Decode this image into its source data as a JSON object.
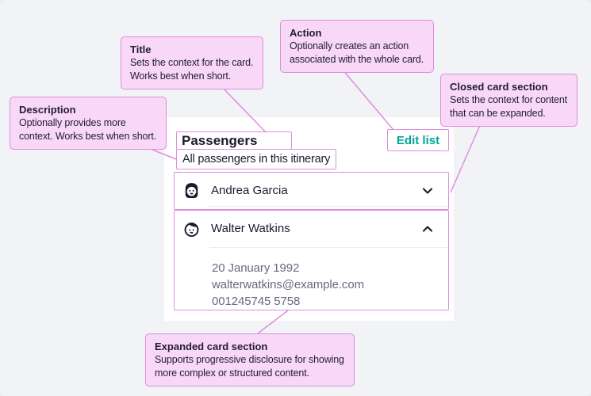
{
  "colors": {
    "background": "#f2f3f6",
    "panel": "#ffffff",
    "annotation_fill": "#f8d7f7",
    "annotation_border": "#de8dde",
    "text_dark": "#1b1a2e",
    "text_gray": "#68697f",
    "action_green": "#00a698"
  },
  "card": {
    "title": "Passengers",
    "description": "All passengers in this itinerary",
    "action_label": "Edit list",
    "sections": [
      {
        "name": "Andrea Garcia",
        "state": "collapsed"
      },
      {
        "name": "Walter Watkins",
        "state": "expanded",
        "details": [
          "20 January 1992",
          "walterwatkins@example.com",
          "001245745 5758"
        ]
      }
    ]
  },
  "callouts": {
    "title": {
      "heading": "Title",
      "lines": [
        "Sets the context for the card.",
        "Works best when short."
      ]
    },
    "action": {
      "heading": "Action",
      "lines": [
        "Optionally creates an action",
        "associated with the whole card."
      ]
    },
    "description": {
      "heading": "Description",
      "lines": [
        "Optionally provides more",
        "context. Works best when short."
      ]
    },
    "closed": {
      "heading": "Closed card section",
      "lines": [
        "Sets the context for content",
        "that can be expanded."
      ]
    },
    "expanded": {
      "heading": "Expanded card section",
      "lines": [
        "Supports progressive disclosure for showing",
        "more complex or structured content."
      ]
    }
  },
  "icons": {
    "collapsed_row": "chevron-down",
    "expanded_row": "chevron-up",
    "passenger_1": "woman-face-avatar",
    "passenger_2": "boy-face-avatar"
  }
}
